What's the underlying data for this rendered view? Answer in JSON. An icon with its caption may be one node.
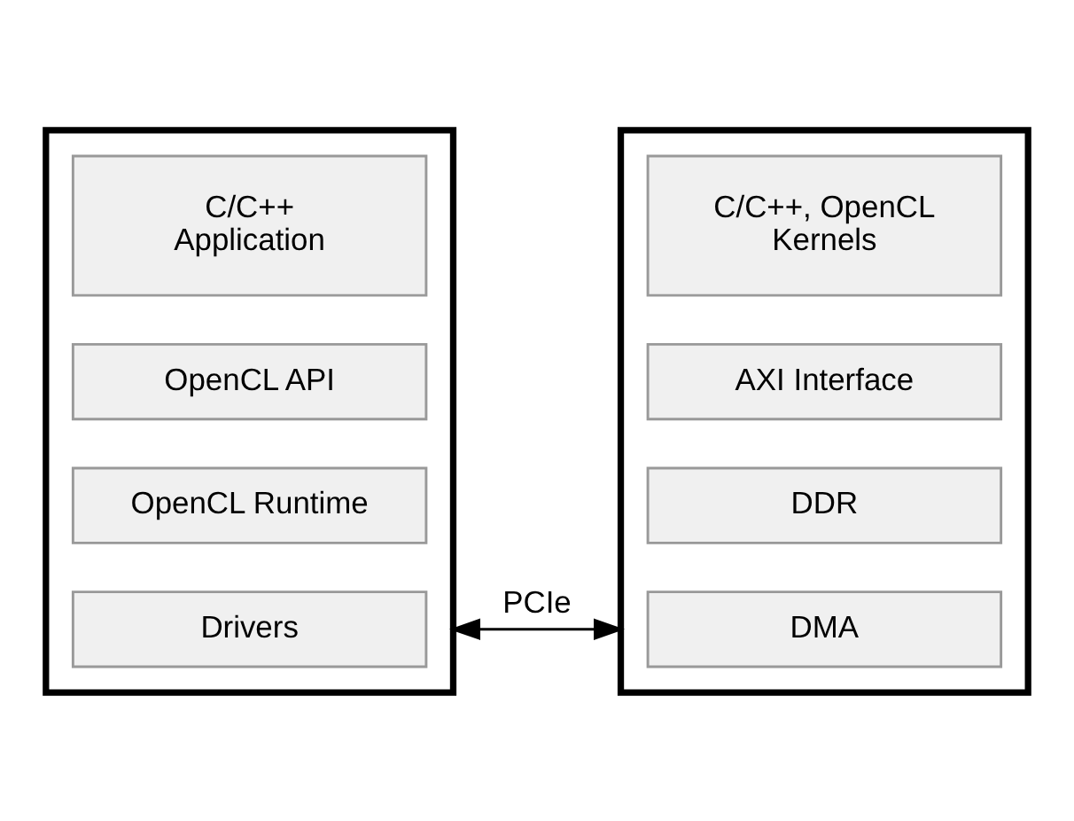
{
  "diagram": {
    "nodes": [
      {
        "text": [],
        "shape": "box"
      },
      {
        "text": [
          "C/C++ Application"
        ],
        "in": 0
      },
      {
        "text": [
          "OpenCL API"
        ],
        "in": 0
      },
      {
        "text": [
          "OpenCL Runtime"
        ],
        "in": 0
      },
      {
        "text": [
          "Drivers"
        ],
        "in": 0
      },
      {
        "text": [],
        "shape": "box"
      },
      {
        "text": [
          "C/C++, OpenCL Kernels"
        ],
        "in": 5
      },
      {
        "text": [
          "AXI Interface"
        ],
        "in": 5
      },
      {
        "text": [
          "DDR"
        ],
        "in": 5
      },
      {
        "text": [
          "DMA"
        ],
        "in": 5
      }
    ],
    "edges": [
      {
        "from": 0,
        "to": 5,
        "arrow": "both",
        "label": "PCIe"
      }
    ]
  }
}
